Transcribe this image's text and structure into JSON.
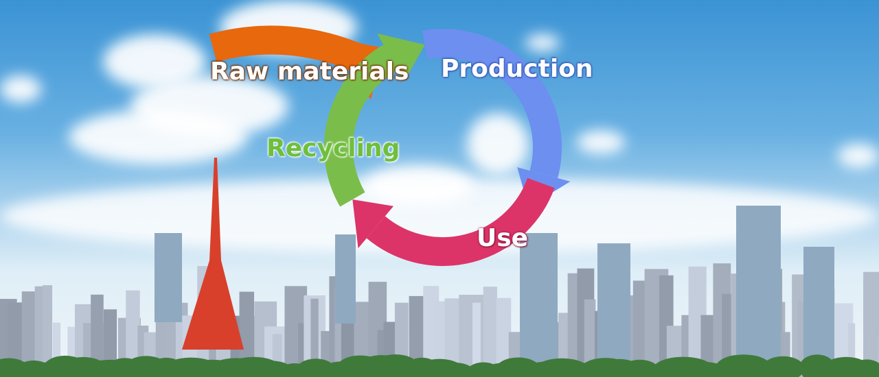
{
  "diagram": {
    "labels": {
      "raw_materials": "Raw materials",
      "production": "Production",
      "use": "Use",
      "recycling": "Recycling"
    },
    "colors": {
      "raw_materials": "#e8680e",
      "production": "#6d8ff0",
      "use": "#dc3468",
      "recycling": "#7bbd4a"
    }
  }
}
